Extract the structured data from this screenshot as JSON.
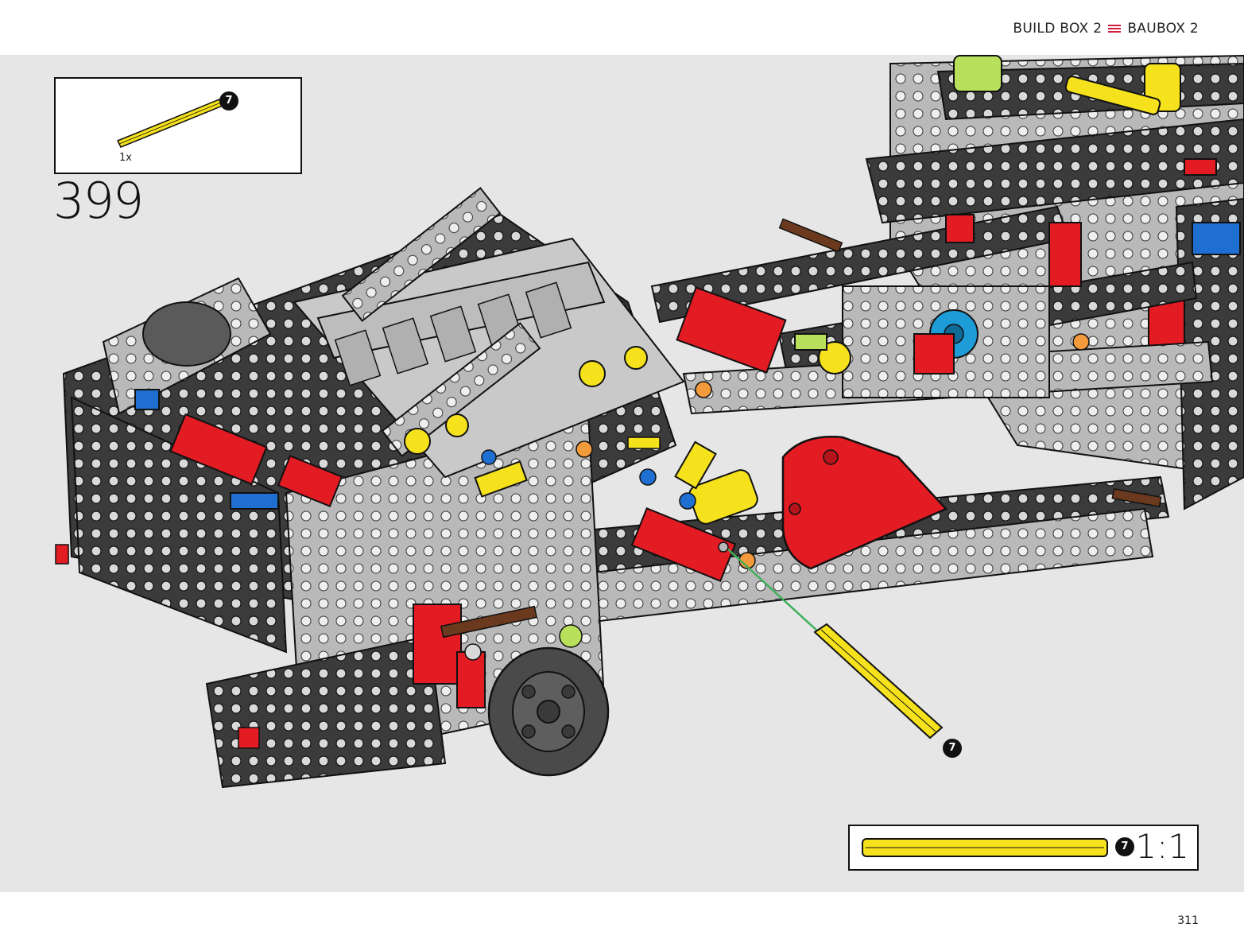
{
  "header": {
    "build_box_en": "BUILD BOX 2",
    "separator_icon": "triple-line-icon",
    "build_box_de": "BAUBOX 2"
  },
  "parts_list": {
    "quantity": "1x",
    "part_badge": "7",
    "part_color": "#f5e11c"
  },
  "step": {
    "number": "399",
    "part_badge": "7"
  },
  "scale_reference": {
    "part_badge": "7",
    "ratio": "1:1"
  },
  "footer": {
    "page_number": "311"
  },
  "colors": {
    "background": "#e6e6e6",
    "frame_dark": "#3b3b3b",
    "frame_light": "#b9b9b9",
    "accent_red": "#e31b23",
    "accent_yellow": "#f5e11c",
    "accent_blue": "#1e6fd1",
    "accent_orange": "#f39a3c",
    "guide_line": "#3fae5a",
    "separator": "#d01e3c"
  }
}
